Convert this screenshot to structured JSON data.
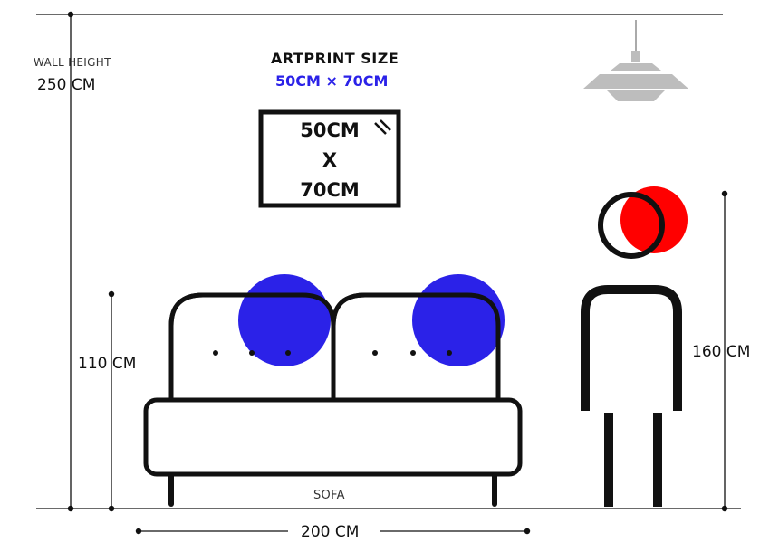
{
  "wall": {
    "label": "WALL HEIGHT",
    "value": "250 CM"
  },
  "artprint": {
    "title": "ARTPRINT SIZE",
    "size": "50CM × 70CM",
    "frame": {
      "width": "50CM",
      "times": "X",
      "height": "70CM"
    }
  },
  "sofa": {
    "label": "SOFA",
    "height": "110 CM",
    "width": "200 CM"
  },
  "person": {
    "height": "160 CM"
  },
  "colors": {
    "accent": "#2b22e8",
    "highlight": "#ff0000",
    "line": "#111111",
    "lamp": "#bdbdbd"
  },
  "icons": [
    "lamp-icon",
    "person-icon",
    "sofa-icon",
    "frame-icon"
  ]
}
